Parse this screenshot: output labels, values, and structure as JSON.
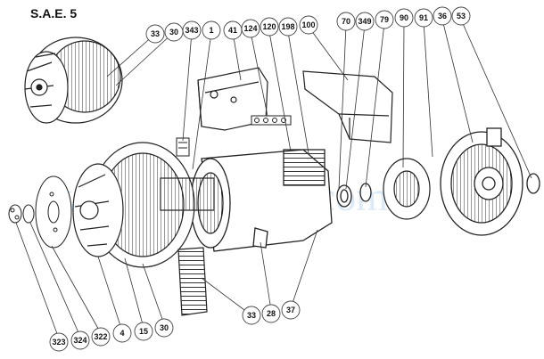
{
  "title": "S.A.E. 5",
  "watermark": "www.ldhmotor.com",
  "colors": {
    "line": "#222222",
    "bubble_fill": "#ffffff",
    "bubble_stroke": "#444444"
  },
  "callouts": [
    "33",
    "30",
    "343",
    "1",
    "41",
    "124",
    "120",
    "198",
    "100",
    "70",
    "349",
    "79",
    "90",
    "91",
    "36",
    "53",
    "323",
    "324",
    "322",
    "4",
    "15",
    "30",
    "33",
    "28",
    "37"
  ]
}
